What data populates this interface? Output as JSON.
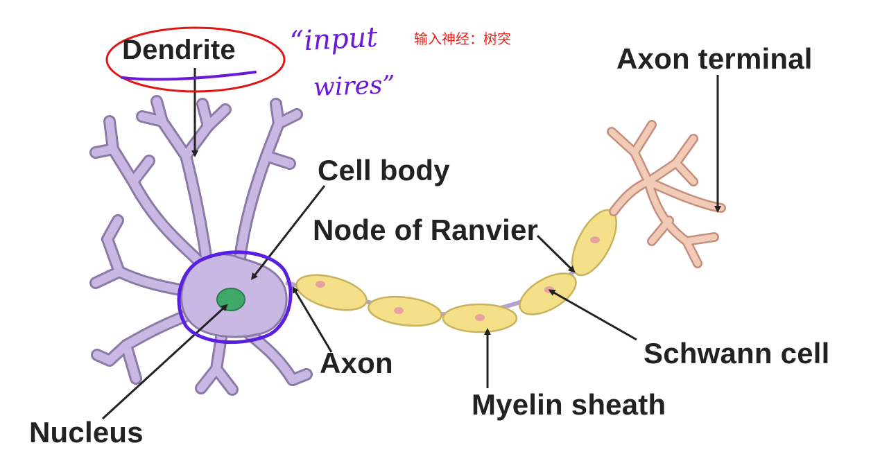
{
  "labels": {
    "dendrite": "Dendrite",
    "axon_terminal": "Axon terminal",
    "cell_body": "Cell body",
    "node_of_ranvier": "Node of Ranvier",
    "axon": "Axon",
    "schwann_cell": "Schwann cell",
    "myelin_sheath": "Myelin sheath",
    "nucleus": "Nucleus"
  },
  "annotations": {
    "handwritten_line1": "“input",
    "handwritten_line2": "wires”",
    "chinese_note": "输入神经：树突"
  },
  "colors": {
    "cell_fill": "#c9b8e3",
    "cell_outline": "#8b7aa6",
    "nucleus_fill": "#3ea96a",
    "myelin_fill": "#f4e088",
    "myelin_outline": "#c8b25d",
    "schwann_nucleus": "#e8a0a0",
    "terminal_fill": "#f1cbb8",
    "dendrite_circle": "#e01616",
    "cellbody_circle": "#5a1fe0",
    "handwriting": "#6a19d6",
    "note_text": "#e8231f",
    "label_text": "#222222"
  }
}
